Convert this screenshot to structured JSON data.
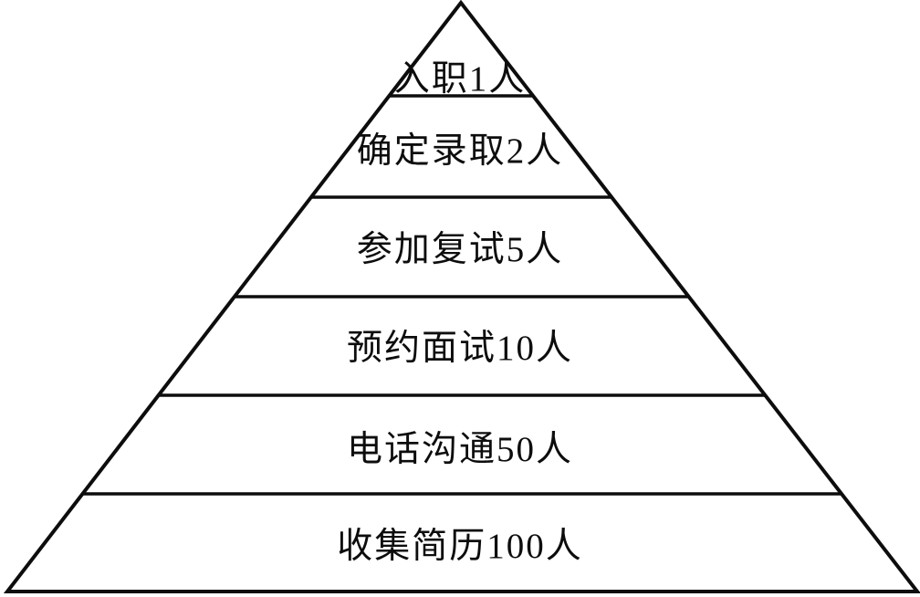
{
  "pyramid": {
    "type": "funnel-pyramid",
    "unit": "人",
    "levels": [
      {
        "label": "入职1人",
        "stage": "入职",
        "count": 1
      },
      {
        "label": "确定录取2人",
        "stage": "确定录取",
        "count": 2
      },
      {
        "label": "参加复试5人",
        "stage": "参加复试",
        "count": 5
      },
      {
        "label": "预约面试10人",
        "stage": "预约面试",
        "count": 10
      },
      {
        "label": "电话沟通50人",
        "stage": "电话沟通",
        "count": 50
      },
      {
        "label": "收集简历100人",
        "stage": "收集简历",
        "count": 100
      }
    ]
  },
  "colors": {
    "line": "#0d0d0d",
    "text": "#0d0d0d",
    "background": "#ffffff"
  }
}
